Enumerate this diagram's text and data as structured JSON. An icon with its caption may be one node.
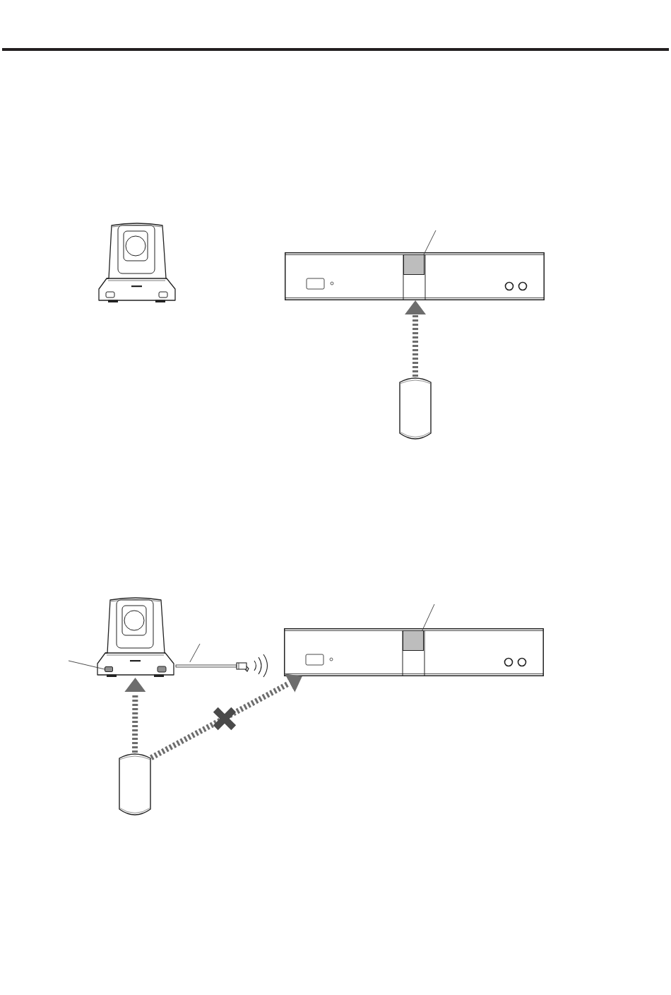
{
  "diagram": {
    "nodes": [
      {
        "text": [],
        "shape": "picture"
      },
      {
        "text": [],
        "shape": "picture"
      },
      {
        "text": [],
        "shape": "box",
        "in": 1
      },
      {
        "text": [],
        "shape": "picture"
      },
      {
        "text": [],
        "shape": "picture"
      },
      {
        "text": [],
        "shape": "box",
        "in": 4
      },
      {
        "text": [],
        "shape": "picture"
      },
      {
        "text": [],
        "shape": "picture"
      },
      {
        "text": [],
        "shape": "box",
        "in": 7
      },
      {
        "text": [],
        "shape": "picture"
      }
    ],
    "edges": [
      {
        "from": null,
        "to": 2,
        "arrow": "none"
      },
      {
        "from": 3,
        "to": 1,
        "arrow": "to",
        "style": "dashed",
        "color": "#6d6d6d"
      },
      {
        "from": null,
        "to": 5,
        "arrow": "none"
      },
      {
        "from": null,
        "to": 6,
        "arrow": "none"
      },
      {
        "from": null,
        "to": 8,
        "arrow": "none"
      },
      {
        "from": 9,
        "to": 4,
        "arrow": "to",
        "style": "dashed",
        "color": "#6d6d6d"
      },
      {
        "from": 9,
        "to": 7,
        "arrow": "to",
        "style": "dashed",
        "color": "#6d6d6d"
      }
    ]
  }
}
